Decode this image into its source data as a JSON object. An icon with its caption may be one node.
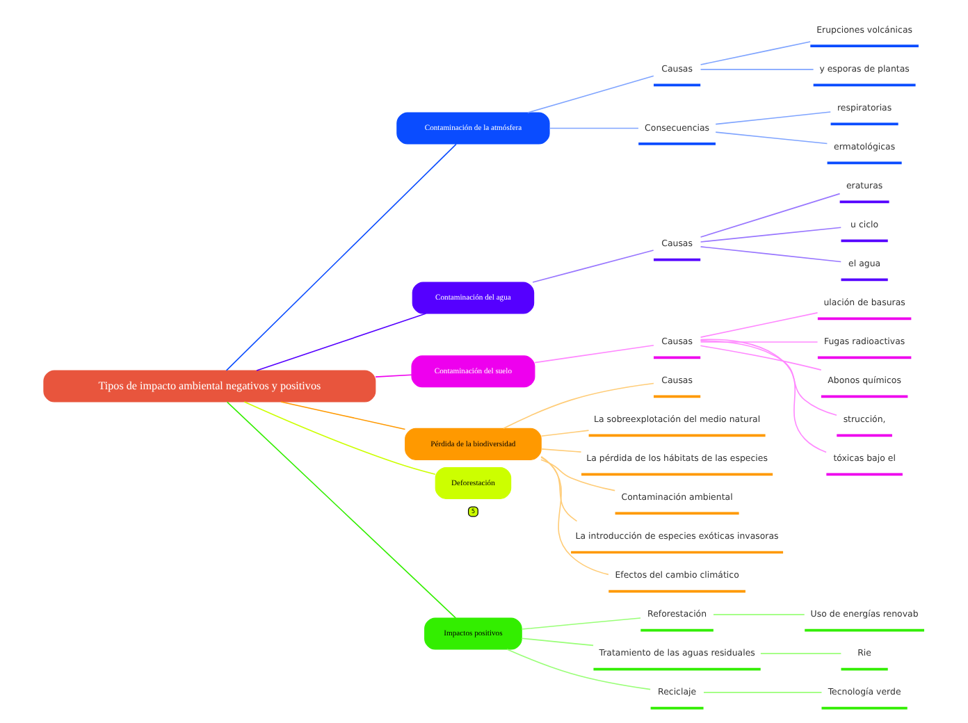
{
  "diagram": {
    "nodes": [
      {
        "text": [
          "Tipos de impacto ambiental negativos y positivos"
        ]
      },
      {
        "text": [
          "Contaminación de la atmósfera"
        ]
      },
      {
        "text": [
          "Causas"
        ]
      },
      {
        "text": [
          "Erupciones volcánicas"
        ]
      },
      {
        "text": [
          "y esporas de plantas"
        ]
      },
      {
        "text": [
          "Consecuencias"
        ]
      },
      {
        "text": [
          "respiratorias"
        ]
      },
      {
        "text": [
          "ermatológicas"
        ]
      },
      {
        "text": [
          "Contaminación del agua"
        ]
      },
      {
        "text": [
          "Causas"
        ]
      },
      {
        "text": [
          "eraturas"
        ]
      },
      {
        "text": [
          "u ciclo"
        ]
      },
      {
        "text": [
          "el agua"
        ]
      },
      {
        "text": [
          "Contaminación del suelo"
        ]
      },
      {
        "text": [
          "Causas"
        ]
      },
      {
        "text": [
          "ulación de basuras"
        ]
      },
      {
        "text": [
          "Fugas radioactivas"
        ]
      },
      {
        "text": [
          "Abonos químicos"
        ]
      },
      {
        "text": [
          "strucción,"
        ]
      },
      {
        "text": [
          "tóxicas bajo el"
        ]
      },
      {
        "text": [
          "Pérdida de la biodiversidad"
        ]
      },
      {
        "text": [
          "Causas"
        ]
      },
      {
        "text": [
          "La sobreexplotación del medio natural"
        ]
      },
      {
        "text": [
          "La pérdida de los hábitats de las especies"
        ]
      },
      {
        "text": [
          "Contaminación ambiental"
        ]
      },
      {
        "text": [
          "La introducción de especies exóticas invasoras"
        ]
      },
      {
        "text": [
          "Efectos del cambio climático"
        ]
      },
      {
        "text": [
          "Deforestación"
        ],
        "beside": [
          "5"
        ]
      },
      {
        "text": [
          "Impactos positivos"
        ]
      },
      {
        "text": [
          "Reforestación"
        ]
      },
      {
        "text": [
          "Uso de energías renovab"
        ]
      },
      {
        "text": [
          "Tratamiento de las aguas residuales"
        ]
      },
      {
        "text": [
          "Rie"
        ]
      },
      {
        "text": [
          "Reciclaje"
        ]
      },
      {
        "text": [
          "Tecnología verde"
        ]
      }
    ],
    "edges": [
      {
        "from": 0,
        "to": 1,
        "arrow": "none",
        "color": "#0a4cff"
      },
      {
        "from": 1,
        "to": 2,
        "arrow": "none",
        "color": "#7fa4ff"
      },
      {
        "from": 2,
        "to": 3,
        "arrow": "none",
        "color": "#7fa4ff"
      },
      {
        "from": 2,
        "to": 4,
        "arrow": "none",
        "color": "#7fa4ff"
      },
      {
        "from": 1,
        "to": 5,
        "arrow": "none",
        "color": "#7fa4ff"
      },
      {
        "from": 5,
        "to": 6,
        "arrow": "none",
        "color": "#7fa4ff"
      },
      {
        "from": 5,
        "to": 7,
        "arrow": "none",
        "color": "#7fa4ff"
      },
      {
        "from": 0,
        "to": 8,
        "arrow": "none",
        "color": "#5500ff"
      },
      {
        "from": 8,
        "to": 9,
        "arrow": "none",
        "color": "#9977ff"
      },
      {
        "from": 9,
        "to": 10,
        "arrow": "none",
        "color": "#9977ff"
      },
      {
        "from": 9,
        "to": 11,
        "arrow": "none",
        "color": "#9977ff"
      },
      {
        "from": 9,
        "to": 12,
        "arrow": "none",
        "color": "#9977ff"
      },
      {
        "from": 0,
        "to": 13,
        "arrow": "none",
        "color": "#ee00ee"
      },
      {
        "from": 13,
        "to": 14,
        "arrow": "none",
        "color": "#ff88ff"
      },
      {
        "from": 14,
        "to": 15,
        "arrow": "none",
        "color": "#ff88ff"
      },
      {
        "from": 14,
        "to": 16,
        "arrow": "none",
        "color": "#ff88ff"
      },
      {
        "from": 14,
        "to": 17,
        "arrow": "none",
        "color": "#ff88ff"
      },
      {
        "from": 14,
        "to": 18,
        "arrow": "none",
        "color": "#ff88ff"
      },
      {
        "from": 14,
        "to": 19,
        "arrow": "none",
        "color": "#ff88ff"
      },
      {
        "from": 0,
        "to": 20,
        "arrow": "none",
        "color": "#ff9900"
      },
      {
        "from": 20,
        "to": 21,
        "arrow": "none",
        "color": "#ffcc77"
      },
      {
        "from": 20,
        "to": 22,
        "arrow": "none",
        "color": "#ffcc77"
      },
      {
        "from": 20,
        "to": 23,
        "arrow": "none",
        "color": "#ffcc77"
      },
      {
        "from": 20,
        "to": 24,
        "arrow": "none",
        "color": "#ffcc77"
      },
      {
        "from": 20,
        "to": 25,
        "arrow": "none",
        "color": "#ffcc77"
      },
      {
        "from": 20,
        "to": 26,
        "arrow": "none",
        "color": "#ffcc77"
      },
      {
        "from": 0,
        "to": 27,
        "arrow": "none",
        "color": "#ccff00"
      },
      {
        "from": 0,
        "to": 28,
        "arrow": "none",
        "color": "#33ee00"
      },
      {
        "from": 28,
        "to": 29,
        "arrow": "none",
        "color": "#99ff77"
      },
      {
        "from": 29,
        "to": 30,
        "arrow": "none",
        "color": "#99ff77"
      },
      {
        "from": 28,
        "to": 31,
        "arrow": "none",
        "color": "#99ff77"
      },
      {
        "from": 31,
        "to": 32,
        "arrow": "none",
        "color": "#99ff77"
      },
      {
        "from": 28,
        "to": 33,
        "arrow": "none",
        "color": "#99ff77"
      },
      {
        "from": 33,
        "to": 34,
        "arrow": "none",
        "color": "#99ff77"
      }
    ]
  }
}
